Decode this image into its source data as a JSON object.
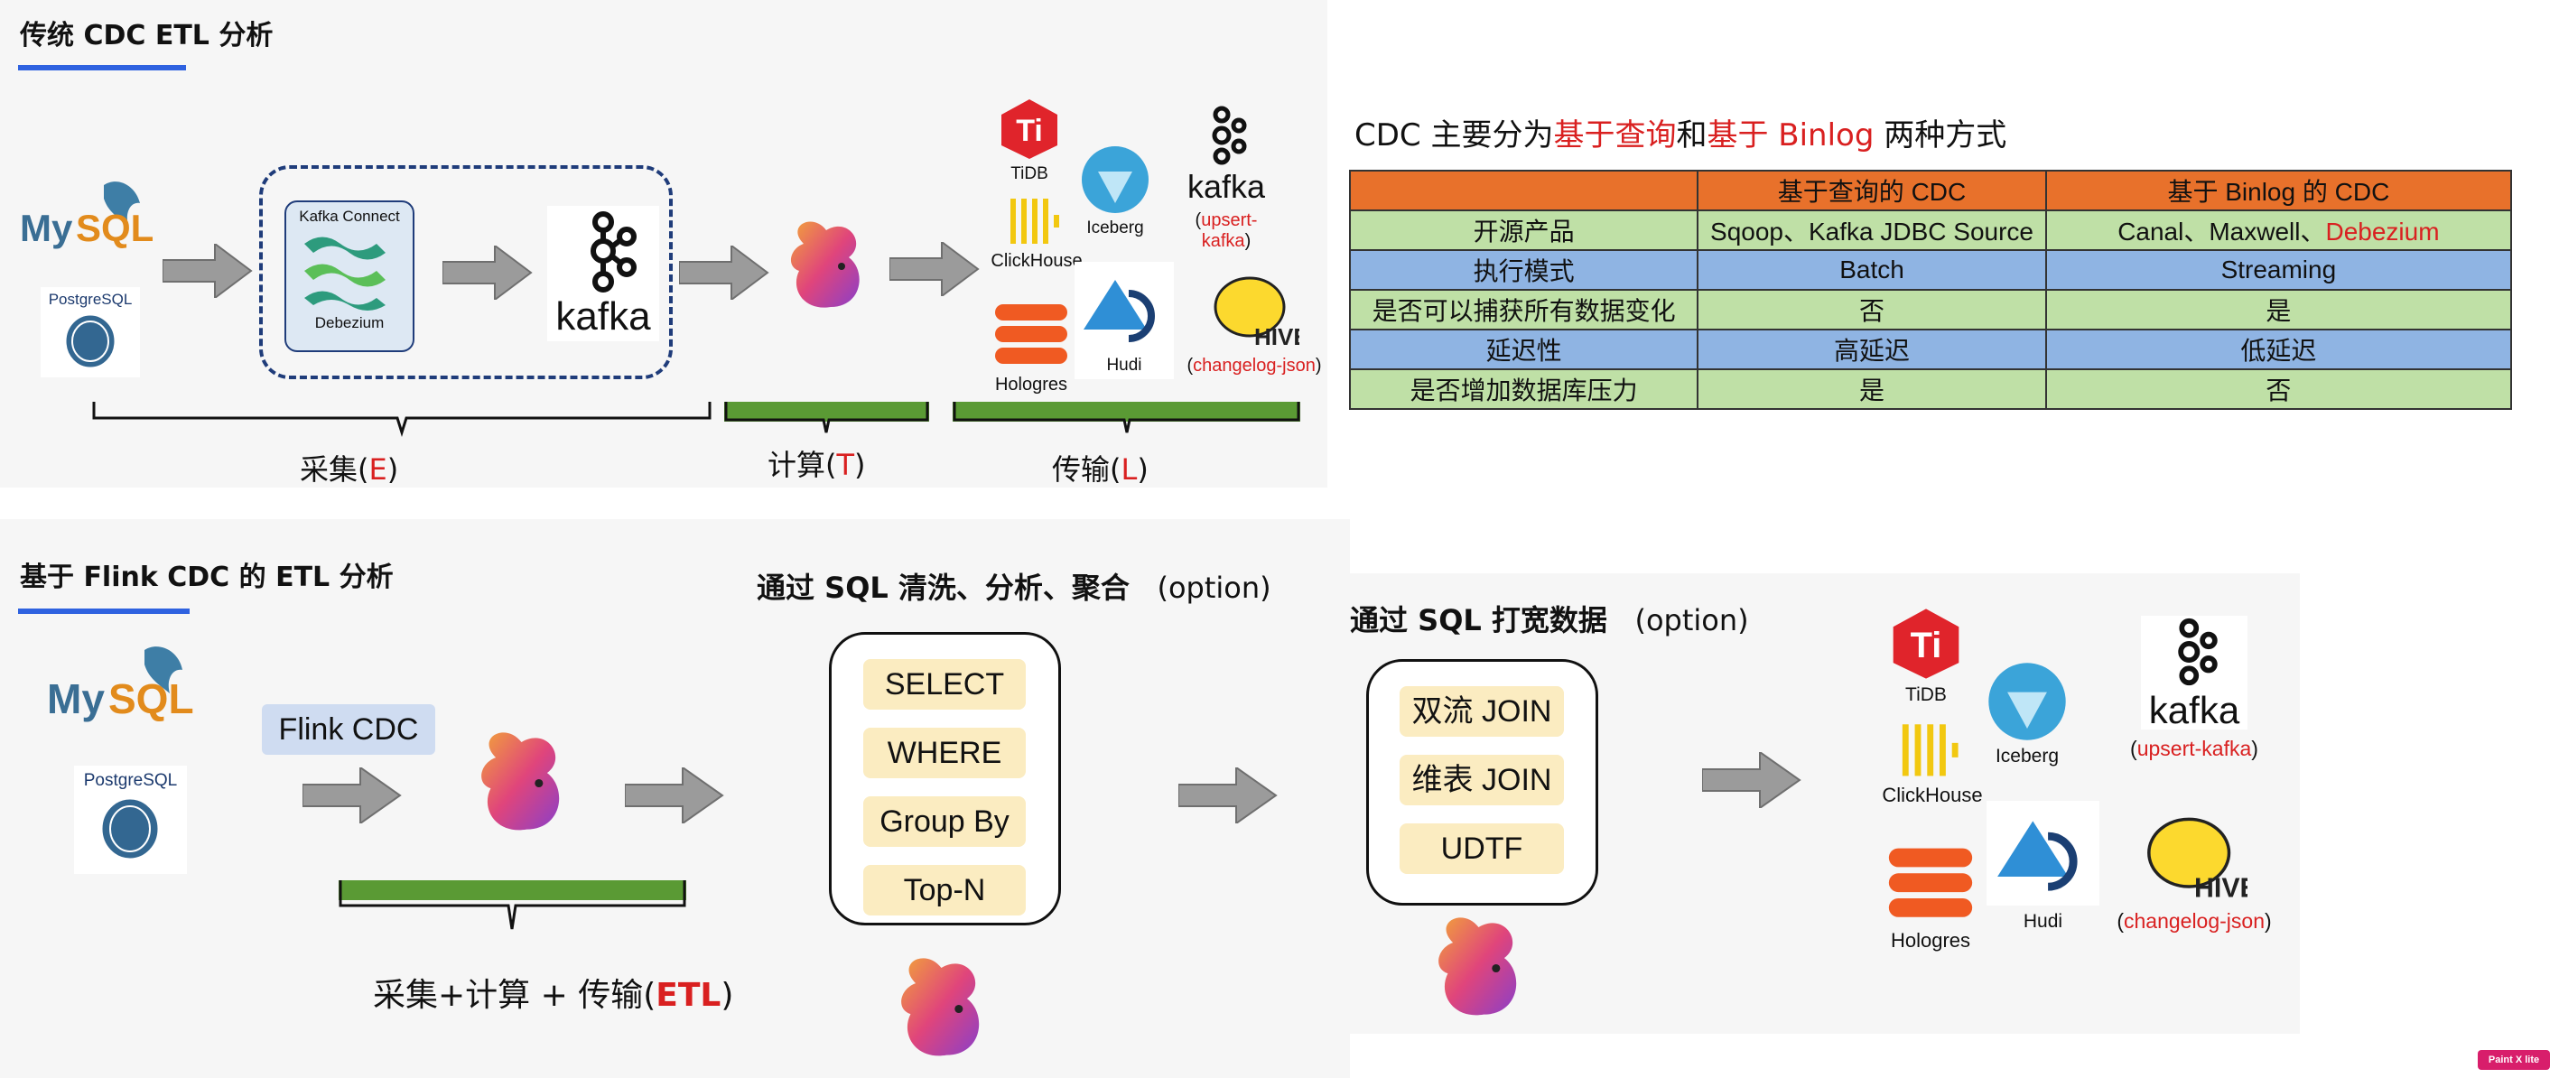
{
  "top": {
    "title": "传统 CDC ETL 分析",
    "sources": {
      "mysql": "MySQL",
      "postgres": "PostgreSQL"
    },
    "kafka_connect": {
      "title": "Kafka Connect",
      "label": "Debezium"
    },
    "kafka_label": "kafka",
    "sinks": {
      "tidb": "TiDB",
      "iceberg": "Iceberg",
      "kafka": "kafka",
      "upsert_kafka": "upsert-kafka",
      "clickhouse": "ClickHouse",
      "hudi": "Hudi",
      "hologres": "Hologres",
      "hive": "HIVE",
      "changelog_json": "changelog-json"
    },
    "stage_e": {
      "text": "采集(",
      "letter": "E",
      "close": ")"
    },
    "stage_t": {
      "text": "计算(",
      "letter": "T",
      "close": ")"
    },
    "stage_l": {
      "text": "传输(",
      "letter": "L",
      "close": ")"
    }
  },
  "compare": {
    "intro_a": "CDC 主要分为",
    "intro_b": "基于查询",
    "intro_c": "和",
    "intro_d": "基于 Binlog",
    "intro_e": " 两种方式",
    "header": [
      "",
      "基于查询的 CDC",
      "基于 Binlog 的 CDC"
    ],
    "rows": [
      {
        "label": "开源产品",
        "query": "Sqoop、Kafka JDBC Source",
        "binlog_a": "Canal、Maxwell、",
        "binlog_b": "Debezium",
        "style": "g"
      },
      {
        "label": "执行模式",
        "query": "Batch",
        "binlog_a": "Streaming",
        "binlog_b": "",
        "style": "b"
      },
      {
        "label": "是否可以捕获所有数据变化",
        "query": "否",
        "binlog_a": "是",
        "binlog_b": "",
        "style": "g"
      },
      {
        "label": "延迟性",
        "query": "高延迟",
        "binlog_a": "低延迟",
        "binlog_b": "",
        "style": "b"
      },
      {
        "label": "是否增加数据库压力",
        "query": "是",
        "binlog_a": "否",
        "binlog_b": "",
        "style": "g"
      }
    ]
  },
  "bottom": {
    "title": "基于 Flink CDC 的 ETL 分析",
    "sources": {
      "mysql": "MySQL",
      "postgres": "PostgreSQL"
    },
    "flink_cdc": "Flink CDC",
    "etl_a": "采集+计算 + 传输(",
    "etl_b": "ETL",
    "etl_c": ")",
    "sql_title": "通过 SQL 清洗、分析、聚合",
    "sql_option": "(option)",
    "sql_items": [
      "SELECT",
      "WHERE",
      "Group By",
      "Top-N"
    ],
    "widen_title": "通过 SQL 打宽数据",
    "widen_option": "(option)",
    "widen_items": [
      "双流 JOIN",
      "维表 JOIN",
      "UDTF"
    ],
    "sinks": {
      "tidb": "TiDB",
      "iceberg": "Iceberg",
      "kafka": "kafka",
      "upsert_kafka": "upsert-kafka",
      "clickhouse": "ClickHouse",
      "hudi": "Hudi",
      "hologres": "Hologres",
      "hive": "HIVE",
      "changelog_json": "changelog-json"
    }
  },
  "watermark": "Paint X lite",
  "colors": {
    "red": "#d92020",
    "blue_line": "#2f62e0",
    "green": "#5a9a34",
    "orange": "#e8712b",
    "table_green": "#bfe0a6",
    "table_blue": "#8fb4e3",
    "chip": "#fbecc1"
  }
}
